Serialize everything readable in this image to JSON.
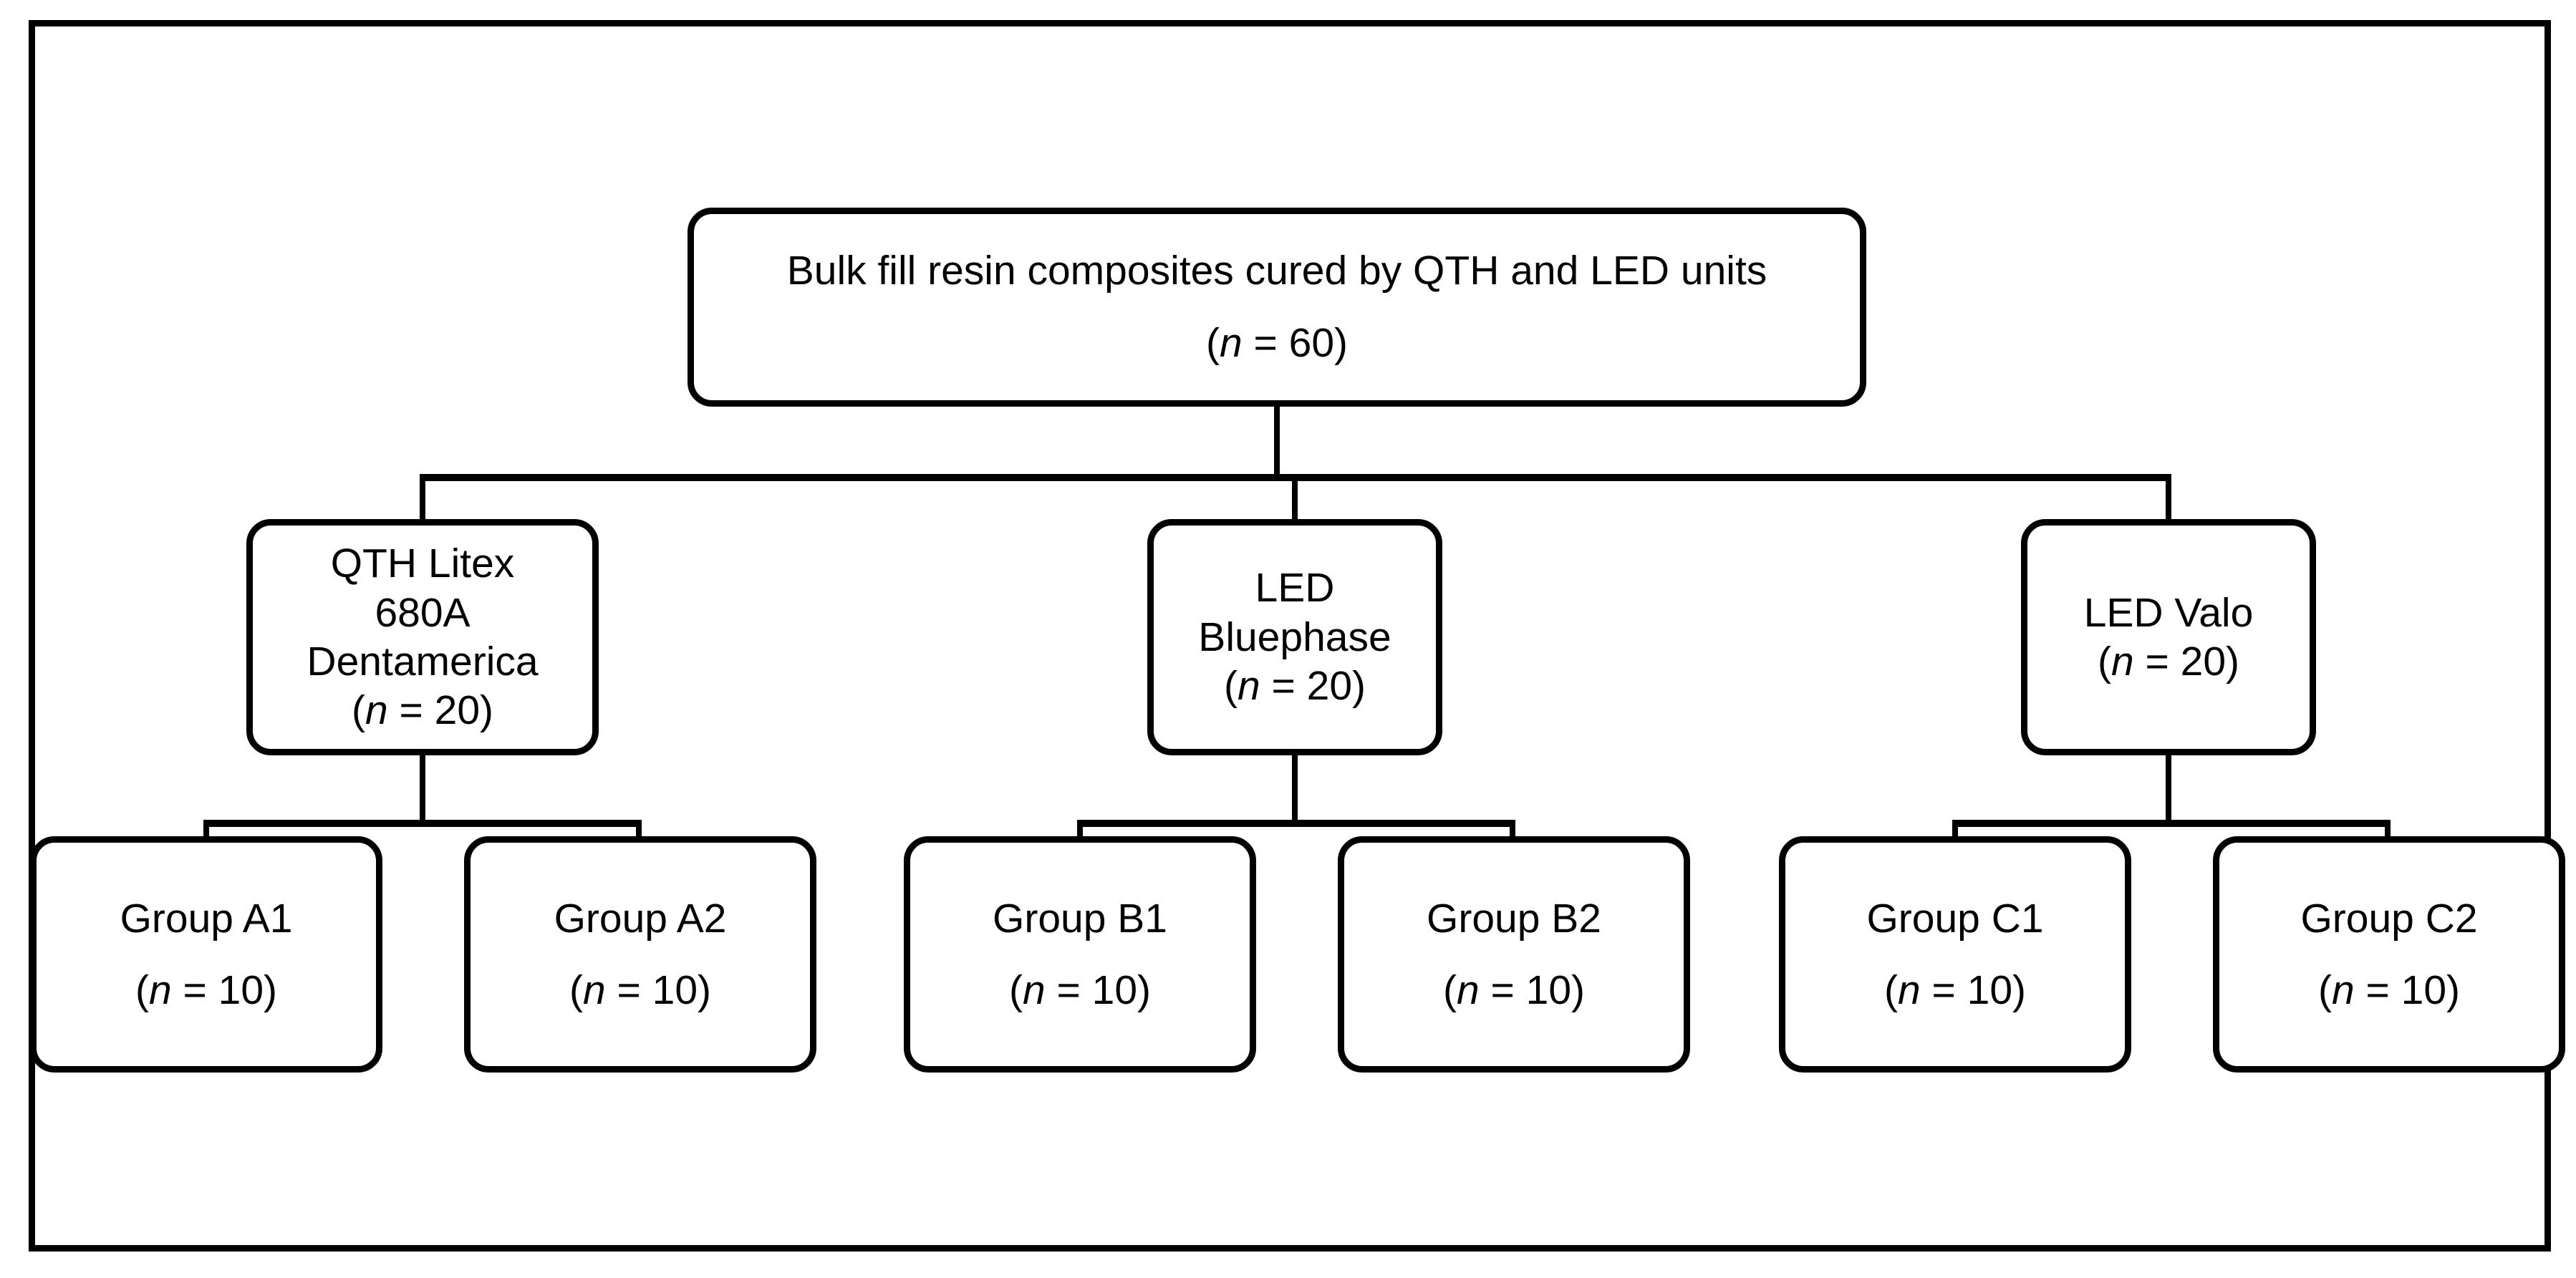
{
  "figure": {
    "type": "flowchart",
    "orientation": "top-down",
    "levels": 3
  },
  "root": {
    "headline": "Bulk fill resin composites cured by QTH and LED units",
    "n_prefix": "(",
    "n_symbol": "n",
    "n_equals": " = ",
    "n_value": "60",
    "n_suffix": ")"
  },
  "mid": [
    {
      "id": "qth",
      "lines": [
        "QTH Litex",
        "680A",
        "Dentamerica"
      ],
      "n_prefix": "(",
      "n_symbol": "n",
      "n_equals": " = ",
      "n_value": "20",
      "n_suffix": ")"
    },
    {
      "id": "bluephase",
      "lines": [
        "LED",
        "Bluephase"
      ],
      "n_prefix": "(",
      "n_symbol": "n",
      "n_equals": " = ",
      "n_value": "20",
      "n_suffix": ")"
    },
    {
      "id": "valo",
      "lines": [
        "LED Valo"
      ],
      "n_prefix": "(",
      "n_symbol": "n",
      "n_equals": " = ",
      "n_value": "20",
      "n_suffix": ")"
    }
  ],
  "groups": [
    {
      "id": "a1",
      "label": "Group A1",
      "n_prefix": "(",
      "n_symbol": "n",
      "n_equals": " = ",
      "n_value": "10",
      "n_suffix": ")"
    },
    {
      "id": "a2",
      "label": "Group A2",
      "n_prefix": "(",
      "n_symbol": "n",
      "n_equals": " = ",
      "n_value": "10",
      "n_suffix": ")"
    },
    {
      "id": "b1",
      "label": "Group B1",
      "n_prefix": "(",
      "n_symbol": "n",
      "n_equals": " = ",
      "n_value": "10",
      "n_suffix": ")"
    },
    {
      "id": "b2",
      "label": "Group B2",
      "n_prefix": "(",
      "n_symbol": "n",
      "n_equals": " = ",
      "n_value": "10",
      "n_suffix": ")"
    },
    {
      "id": "c1",
      "label": "Group C1",
      "n_prefix": "(",
      "n_symbol": "n",
      "n_equals": " = ",
      "n_value": "10",
      "n_suffix": ")"
    },
    {
      "id": "c2",
      "label": "Group C2",
      "n_prefix": "(",
      "n_symbol": "n",
      "n_equals": " = ",
      "n_value": "10",
      "n_suffix": ")"
    }
  ],
  "colors": {
    "stroke": "#000000",
    "fill": "#ffffff",
    "text": "#000000"
  }
}
